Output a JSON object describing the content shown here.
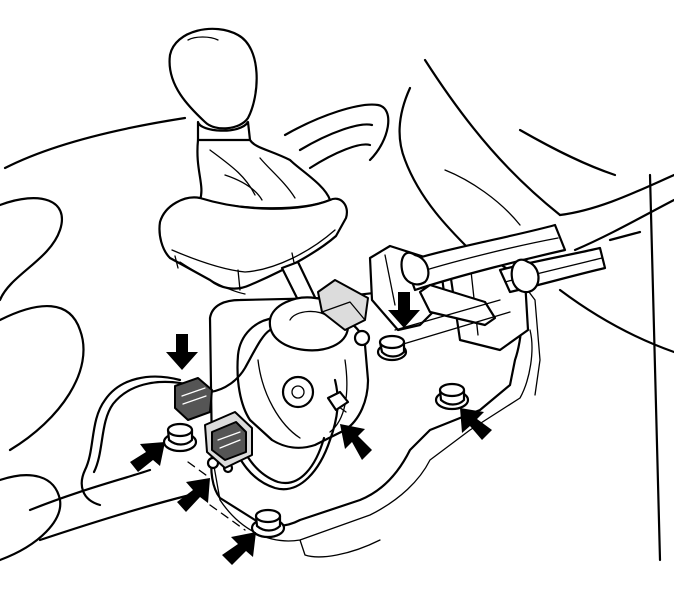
{
  "diagram": {
    "kind": "technical-line-drawing",
    "subject": "gear-shift-assembly",
    "colors": {
      "line": "#000000",
      "background": "#ffffff",
      "connector": "#555555"
    },
    "callout_arrows": [
      {
        "id": "arrow-top-left-connector",
        "target": "upper-connector",
        "direction": "down"
      },
      {
        "id": "arrow-top-right-bolt",
        "target": "rear-right-bolt",
        "direction": "down-left"
      },
      {
        "id": "arrow-center-clip",
        "target": "harness-clip",
        "direction": "up-left"
      },
      {
        "id": "arrow-right-bolt",
        "target": "front-right-bolt",
        "direction": "up-left"
      },
      {
        "id": "arrow-left-bolt",
        "target": "front-left-bolt",
        "direction": "up-left"
      },
      {
        "id": "arrow-center-bottom",
        "target": "locating-pin",
        "direction": "up-left"
      },
      {
        "id": "arrow-bottom-bolt",
        "target": "rear-left-bolt",
        "direction": "up-left"
      }
    ]
  }
}
